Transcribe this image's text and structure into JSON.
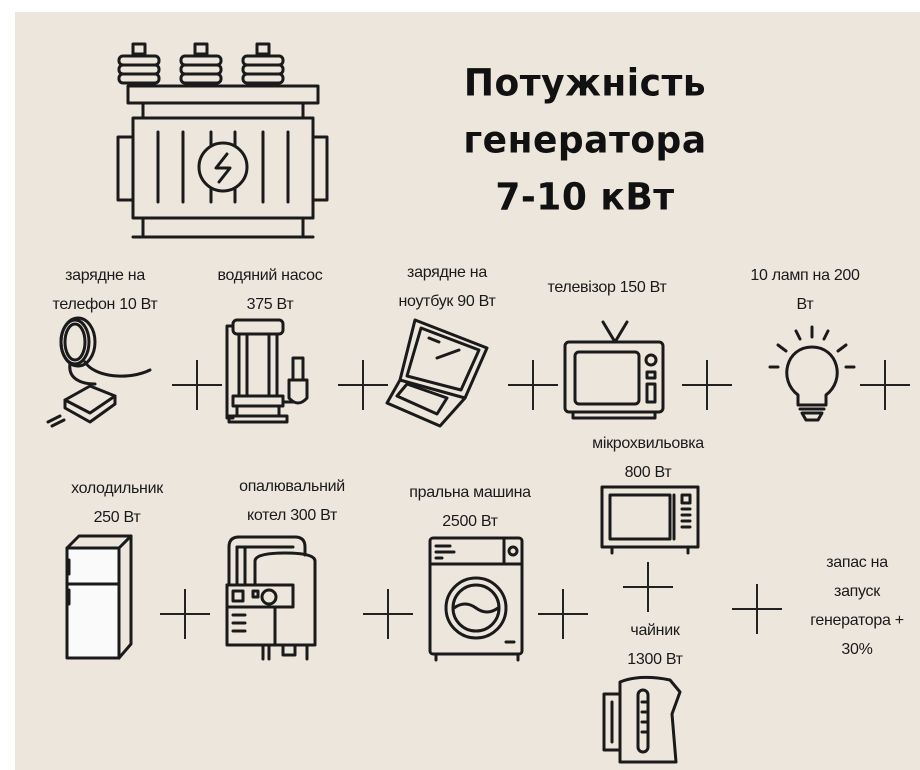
{
  "title": {
    "lines": [
      "Потужність",
      "генератора",
      "7-10 кВт"
    ]
  },
  "row1": [
    {
      "icon": "phone-charger-icon",
      "lines": [
        "зарядне на",
        "телефон 10 Вт"
      ]
    },
    {
      "icon": "water-pump-icon",
      "lines": [
        "водяний насос",
        "375 Вт"
      ]
    },
    {
      "icon": "laptop-icon",
      "lines": [
        "зарядне на",
        "ноутбук 90 Вт"
      ]
    },
    {
      "icon": "tv-icon",
      "lines": [
        "телевізор 150 Вт"
      ]
    },
    {
      "icon": "light-bulb-icon",
      "lines": [
        "10 ламп на 200",
        "Вт"
      ]
    }
  ],
  "row2": [
    {
      "icon": "fridge-icon",
      "lines": [
        "холодильник",
        "250 Вт"
      ]
    },
    {
      "icon": "boiler-icon",
      "lines": [
        "опалювальний",
        "котел 300 Вт"
      ]
    },
    {
      "icon": "washing-machine-icon",
      "lines": [
        "пральна машина",
        "2500 Вт"
      ]
    },
    {
      "icon": "microwave-icon",
      "lines": [
        "мікрохвильовка",
        "800 Вт"
      ]
    },
    {
      "icon": "kettle-icon",
      "lines": [
        "чайник",
        "1300 Вт"
      ]
    }
  ],
  "reserve": {
    "lines": [
      "запас на",
      "запуск",
      "генератора +",
      "30%"
    ]
  }
}
